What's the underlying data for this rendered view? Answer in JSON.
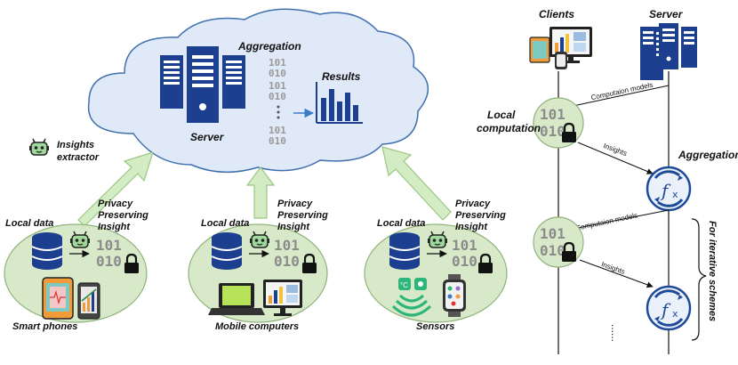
{
  "federated": {
    "cloud": {
      "aggregation_label": "Aggregation",
      "server_label": "Server",
      "results_label": "Results",
      "binary_rows": [
        "101",
        "010",
        "101",
        "010",
        "101",
        "010"
      ]
    },
    "insights_extractor_line1": "Insights",
    "insights_extractor_line2": "extractor",
    "groups": [
      {
        "local_data": "Local data",
        "privacy_line1": "Privacy",
        "privacy_line2": "Preserving",
        "privacy_line3": "Insight",
        "caption": "Smart phones"
      },
      {
        "local_data": "Local data",
        "privacy_line1": "Privacy",
        "privacy_line2": "Preserving",
        "privacy_line3": "Insight",
        "caption": "Mobile computers"
      },
      {
        "local_data": "Local data",
        "privacy_line1": "Privacy",
        "privacy_line2": "Preserving",
        "privacy_line3": "Insight",
        "caption": "Sensors"
      }
    ],
    "binary_small": [
      "101",
      "010"
    ]
  },
  "sequence": {
    "clients_label": "Clients",
    "server_label": "Server",
    "local_line1": "Local",
    "local_line2": "computation",
    "aggregation_label": "Aggregation",
    "computation_models_label": "Computaion models",
    "insights_label": "Insights",
    "iterative_label": "For iterative schemes",
    "fx_label": "f",
    "fx_sub": "x",
    "ellipsis": "......"
  },
  "colors": {
    "cloud_fill": "#dfe9f7",
    "cloud_stroke": "#3f6fae",
    "server_blue": "#1d3f8f",
    "ellipse_fill": "#d8e9c9",
    "ellipse_stroke": "#8fb27a",
    "green_arrow": "#d4ecc3",
    "green_arrow_stroke": "#9dc684",
    "robot_green": "#9fd89a",
    "gear_blue": "#1e4a9a",
    "sensor_green": "#2db57a",
    "result_arrow": "#3a7bc8"
  }
}
